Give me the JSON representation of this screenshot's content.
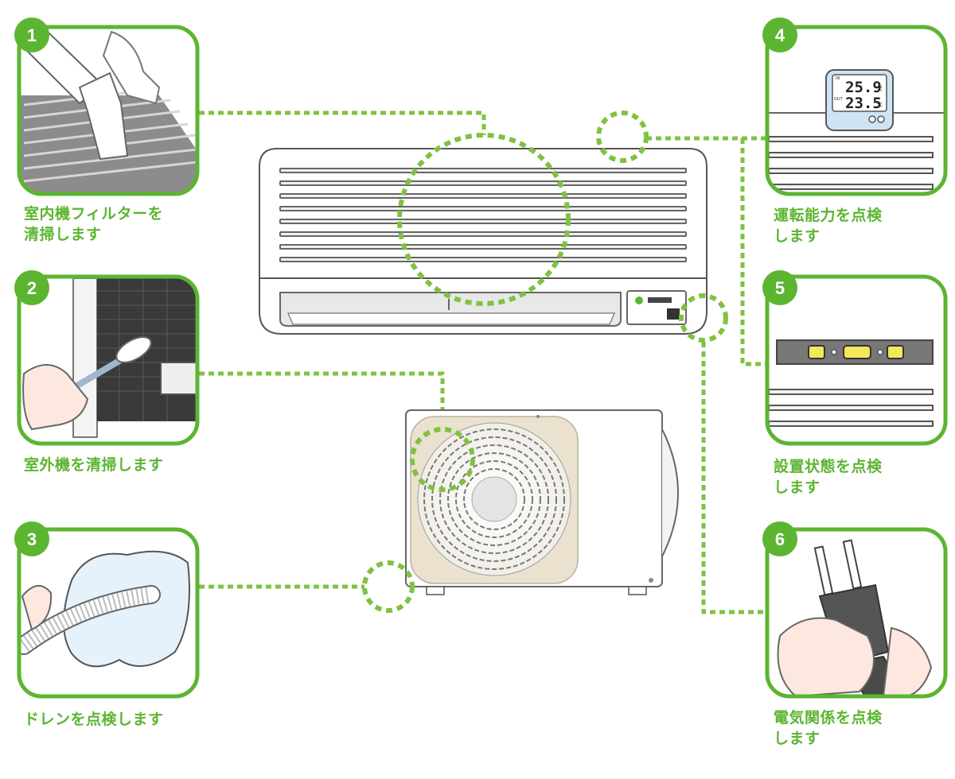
{
  "colors": {
    "accent_green": "#5cb531",
    "dotted_connector": "#7fc241",
    "outline_gray": "#555555",
    "fin_beige": "#e8e0cf"
  },
  "steps": [
    {
      "number": "1",
      "caption": "室内機フィルターを\n清掃します",
      "icon": "vacuum-cleaning-filter"
    },
    {
      "number": "2",
      "caption": "室外機を清掃します",
      "icon": "brush-cleaning-outdoor-unit"
    },
    {
      "number": "3",
      "caption": "ドレンを点検します",
      "icon": "drain-hose"
    },
    {
      "number": "4",
      "caption": "運転能力を点検\nします",
      "icon": "thermometer",
      "readings": {
        "upper": "25.9",
        "lower": "23.5",
        "unit": "℃",
        "label_in": "IN",
        "label_out": "OUT"
      }
    },
    {
      "number": "5",
      "caption": "設置状態を点検\nします",
      "icon": "spirit-level"
    },
    {
      "number": "6",
      "caption": "電気関係を点検\nします",
      "icon": "power-plug"
    }
  ],
  "units": {
    "indoor": "indoor-air-conditioner-unit",
    "outdoor": "outdoor-condenser-unit"
  }
}
